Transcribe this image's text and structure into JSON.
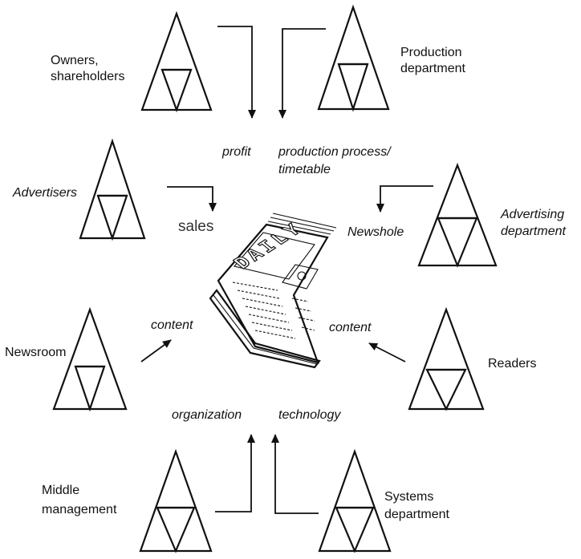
{
  "stakeholders": {
    "owners": [
      "Owners,",
      "shareholders"
    ],
    "production": [
      "Production",
      "department"
    ],
    "advertisers": "Advertisers",
    "advertising": [
      "Advertising",
      "department"
    ],
    "newsroom": "Newsroom",
    "readers": "Readers",
    "middle": [
      "Middle",
      "management"
    ],
    "systems": [
      "Systems",
      "department"
    ]
  },
  "flows": {
    "profit": "profit",
    "production_process": [
      "production process/",
      "timetable"
    ],
    "sales": "sales",
    "newshole": "Newshole",
    "content_left": "content",
    "content_right": "content",
    "organization": "organization",
    "technology": "technology"
  },
  "newspaper": {
    "masthead": "DAILY"
  }
}
